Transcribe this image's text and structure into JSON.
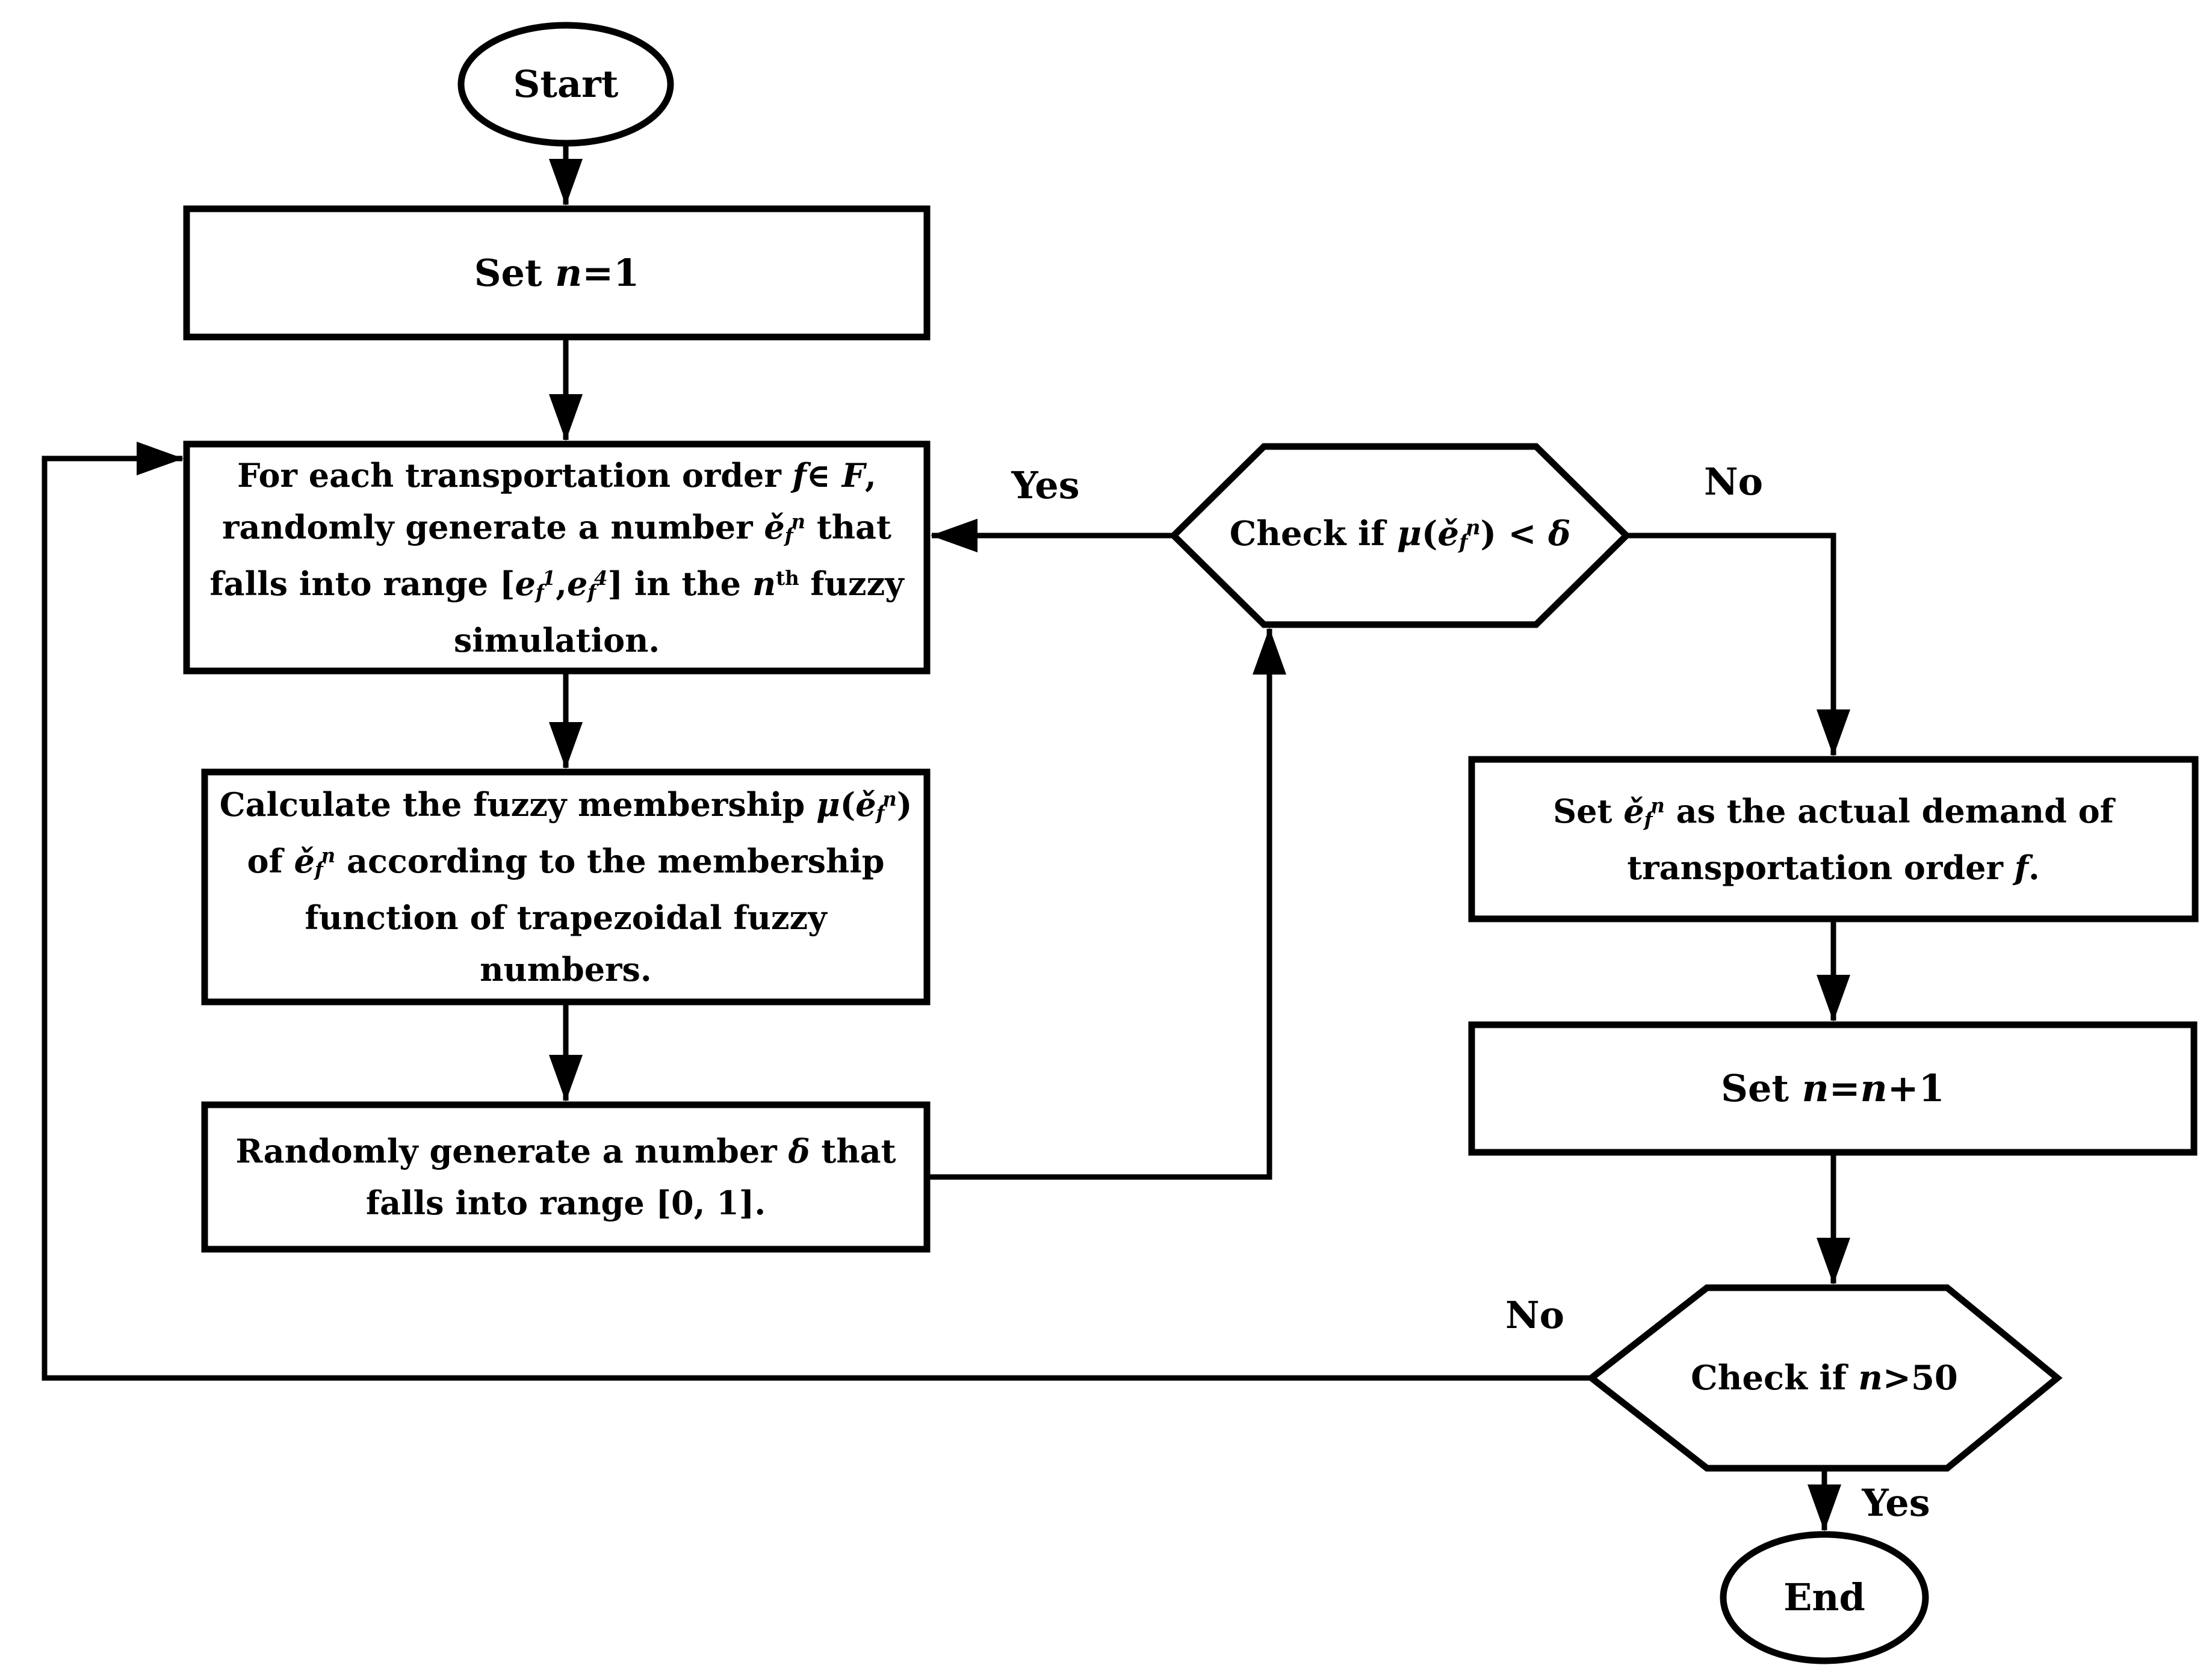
{
  "diagram": {
    "type": "flowchart",
    "background_color": "#ffffff",
    "ink_color": "#000000"
  },
  "nodes": {
    "start": {
      "type": "terminator",
      "label": "Start"
    },
    "end": {
      "type": "terminator",
      "label": "End"
    },
    "set_n_1": {
      "type": "process",
      "lines": [
        [
          [
            "r",
            "Set "
          ],
          [
            "i",
            "n"
          ],
          [
            "r",
            "=1"
          ]
        ]
      ]
    },
    "generate_number": {
      "type": "process",
      "lines": [
        [
          [
            "r",
            "For each transportation order "
          ],
          [
            "i",
            "f"
          ],
          [
            "r",
            "∈ "
          ],
          [
            "i",
            "F"
          ],
          [
            "r",
            ","
          ]
        ],
        [
          [
            "r",
            "randomly generate a number "
          ],
          [
            "i",
            "ě"
          ],
          [
            "isub",
            "f"
          ],
          [
            "isup",
            "n"
          ],
          [
            "r",
            " that"
          ]
        ],
        [
          [
            "r",
            "falls into range ["
          ],
          [
            "i",
            "e"
          ],
          [
            "isub",
            "f"
          ],
          [
            "isup",
            "1"
          ],
          [
            "r",
            ","
          ],
          [
            "i",
            "e"
          ],
          [
            "isub",
            "f"
          ],
          [
            "isup",
            "4"
          ],
          [
            "r",
            "] in the "
          ],
          [
            "i",
            "n"
          ],
          [
            "sup",
            "th"
          ],
          [
            "r",
            " fuzzy"
          ]
        ],
        [
          [
            "r",
            "simulation."
          ]
        ]
      ]
    },
    "calculate_membership": {
      "type": "process",
      "lines": [
        [
          [
            "r",
            "Calculate the fuzzy membership "
          ],
          [
            "i",
            "μ"
          ],
          [
            "r",
            "("
          ],
          [
            "i",
            "ě"
          ],
          [
            "isub",
            "f"
          ],
          [
            "isup",
            "n"
          ],
          [
            "r",
            ")"
          ]
        ],
        [
          [
            "r",
            "of "
          ],
          [
            "i",
            "ě"
          ],
          [
            "isub",
            "f"
          ],
          [
            "isup",
            "n"
          ],
          [
            "r",
            " according to the membership"
          ]
        ],
        [
          [
            "r",
            "function of trapezoidal fuzzy"
          ]
        ],
        [
          [
            "r",
            "numbers."
          ]
        ]
      ]
    },
    "generate_delta": {
      "type": "process",
      "lines": [
        [
          [
            "r",
            "Randomly generate a number "
          ],
          [
            "i",
            "δ"
          ],
          [
            "r",
            " that"
          ]
        ],
        [
          [
            "r",
            "falls into range [0, 1]."
          ]
        ]
      ]
    },
    "check_membership": {
      "type": "decision",
      "lines": [
        [
          [
            "r",
            "Check if "
          ],
          [
            "i",
            "μ"
          ],
          [
            "r",
            "("
          ],
          [
            "i",
            "ě"
          ],
          [
            "isub",
            "f"
          ],
          [
            "isup",
            "n"
          ],
          [
            "r",
            ") < "
          ],
          [
            "i",
            "δ"
          ]
        ]
      ]
    },
    "set_demand": {
      "type": "process",
      "lines": [
        [
          [
            "r",
            "Set "
          ],
          [
            "i",
            "ě"
          ],
          [
            "isub",
            "f"
          ],
          [
            "isup",
            "n"
          ],
          [
            "r",
            " as the actual demand of"
          ]
        ],
        [
          [
            "r",
            "transportation order "
          ],
          [
            "i",
            "f"
          ],
          [
            "r",
            "."
          ]
        ]
      ]
    },
    "set_n_plus_1": {
      "type": "process",
      "lines": [
        [
          [
            "r",
            "Set "
          ],
          [
            "i",
            "n"
          ],
          [
            "r",
            "="
          ],
          [
            "i",
            "n"
          ],
          [
            "r",
            "+1"
          ]
        ]
      ]
    },
    "check_iterations": {
      "type": "decision",
      "lines": [
        [
          [
            "r",
            "Check if "
          ],
          [
            "i",
            "n"
          ],
          [
            "r",
            ">50"
          ]
        ]
      ]
    }
  },
  "edge_labels": {
    "check_membership_yes": "Yes",
    "check_membership_no": "No",
    "check_iterations_no": "No",
    "check_iterations_yes": "Yes"
  }
}
